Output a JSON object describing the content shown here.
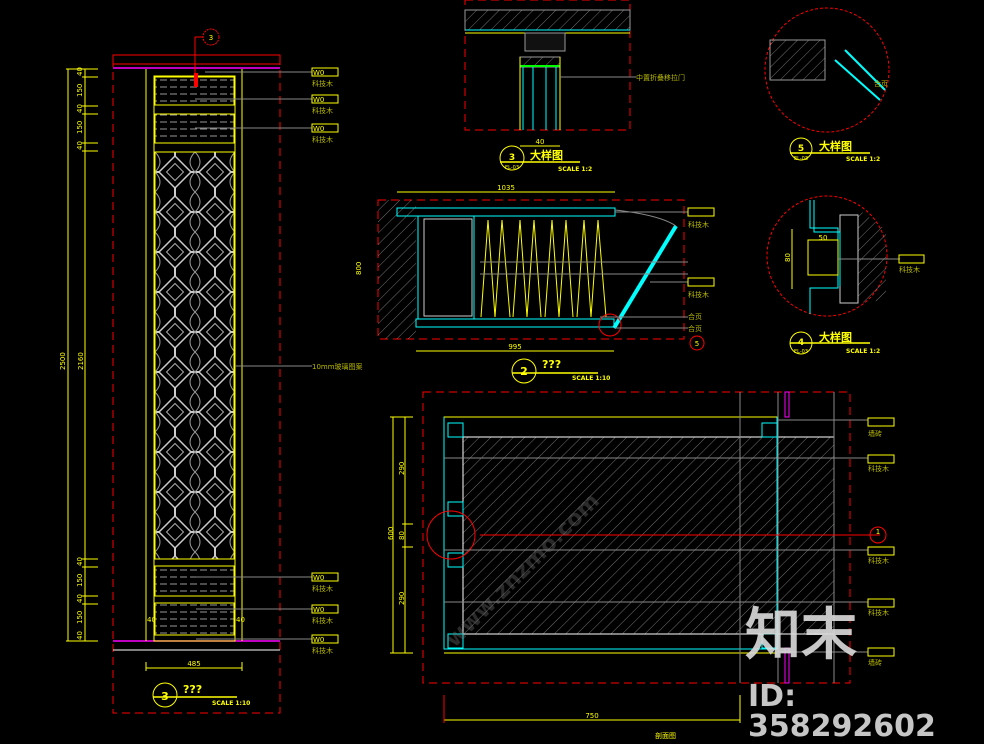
{
  "elevation": {
    "section_marker": "3",
    "dims_left_top": [
      "40",
      "150",
      "40",
      "150",
      "40"
    ],
    "dims_left_bottom": [
      "40",
      "150",
      "40",
      "150",
      "40"
    ],
    "dim_total": "2500",
    "dim_inner": "2160",
    "dim_width": "485",
    "dim_side_left": "40",
    "dim_side_right": "40",
    "tag_code": "W0",
    "tag_material": "科技木",
    "glass_note": "10mm玻璃图案",
    "title_number": "3",
    "title": "???",
    "scale": "SCALE 1:10"
  },
  "detail3": {
    "note": "中置折叠移拉门",
    "dim": "40",
    "number": "3",
    "ref": "EL-03",
    "title": "大样图",
    "scale": "SCALE 1:2"
  },
  "detail5": {
    "number": "5",
    "ref": "EL-03",
    "title": "大样图",
    "scale": "SCALE 1:2"
  },
  "detail4": {
    "number": "4",
    "ref": "EL-03",
    "title": "大样图",
    "scale": "SCALE 1:2",
    "dim_w": "50",
    "dim_h": "80",
    "tag_material": "科技木"
  },
  "plan": {
    "dim_top": "1035",
    "dim_bottom": "995",
    "dim_height": "800",
    "tag_material": "科技木",
    "hinge": "合页",
    "marker": "5",
    "number": "2",
    "title": "???",
    "scale": "SCALE 1:10"
  },
  "section": {
    "dim_total": "600",
    "dims": [
      "290",
      "80",
      "290"
    ],
    "dim_width": "750",
    "tag_tile": "墙砖",
    "tag_material": "科技木",
    "marker": "1",
    "title": "剖面图"
  },
  "watermark": {
    "brand": "知末",
    "id": "ID: 358292602",
    "site": "www.znzmo.com"
  }
}
